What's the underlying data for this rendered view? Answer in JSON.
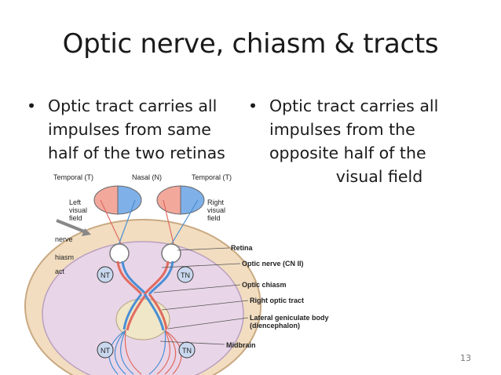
{
  "slide": {
    "title": "Optic nerve, chiasm & tracts",
    "left_bullet": {
      "bullet": "•",
      "lines": [
        "Optic tract carries all",
        "impulses from same",
        "half of the two retinas"
      ]
    },
    "right_bullet": {
      "bullet": "•",
      "lines": [
        "Optic tract carries all",
        "impulses from the",
        "opposite half of the",
        "             visual field"
      ]
    },
    "page_number": "13"
  },
  "figure": {
    "top_labels": {
      "temporal_left": "Temporal (T)",
      "nasal": "Nasal (N)",
      "temporal_right": "Temporal (T)"
    },
    "left_field": [
      "Left",
      "visual",
      "field"
    ],
    "right_field": [
      "Right",
      "visual",
      "field"
    ],
    "left_edge_labels": [
      "nerve",
      "hiasm",
      "act"
    ],
    "callouts": [
      "Retina",
      "Optic nerve (CN II)",
      "Optic chiasm",
      "Right optic tract",
      "Lateral geniculate body",
      "(diencephalon)",
      "Midbrain"
    ],
    "badge_labels": [
      "NT",
      "TN",
      "NT",
      "TN"
    ],
    "colors": {
      "red": "#e06b5f",
      "blue": "#4a8fd4",
      "pink_field": "#f3a89c",
      "blue_field": "#7fb0e8",
      "skull": "#f2ddc0"
    }
  }
}
